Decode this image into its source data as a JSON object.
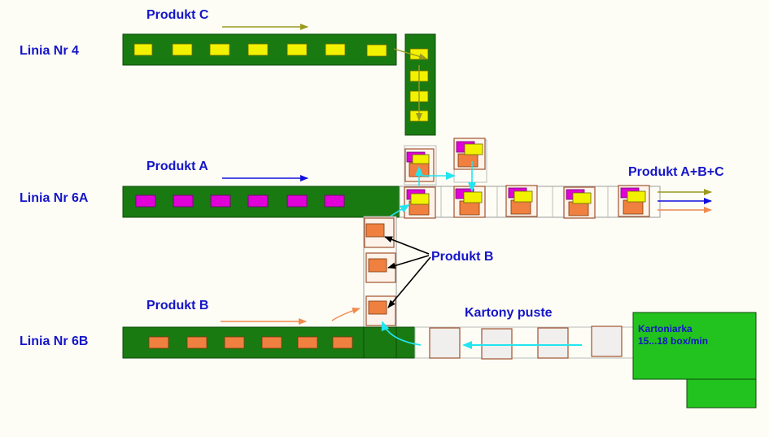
{
  "lines": {
    "line4": "Linia Nr 4",
    "line6a": "Linia Nr 6A",
    "line6b": "Linia Nr 6B"
  },
  "products": {
    "c": "Produkt C",
    "a": "Produkt A",
    "b_in": "Produkt B",
    "b_callout": "Produkt B",
    "combined": "Produkt A+B+C"
  },
  "empty_cartons": "Kartony puste",
  "cartoner": {
    "name": "Kartoniarka",
    "rate": "15...18 box/min"
  },
  "colors": {
    "conveyor": "#1a7a12",
    "cartoner": "#22c31f",
    "product_a": "#e000d8",
    "product_b": "#f08040",
    "product_c": "#f2f200",
    "flow_c": "#9a9a1e",
    "flow_a": "#1010dd",
    "flow_b": "#f08a4e",
    "carton_flow": "#22e5f0",
    "label_text": "#1515c8"
  },
  "icons": {
    "flow_arrow": "arrow-icon"
  }
}
